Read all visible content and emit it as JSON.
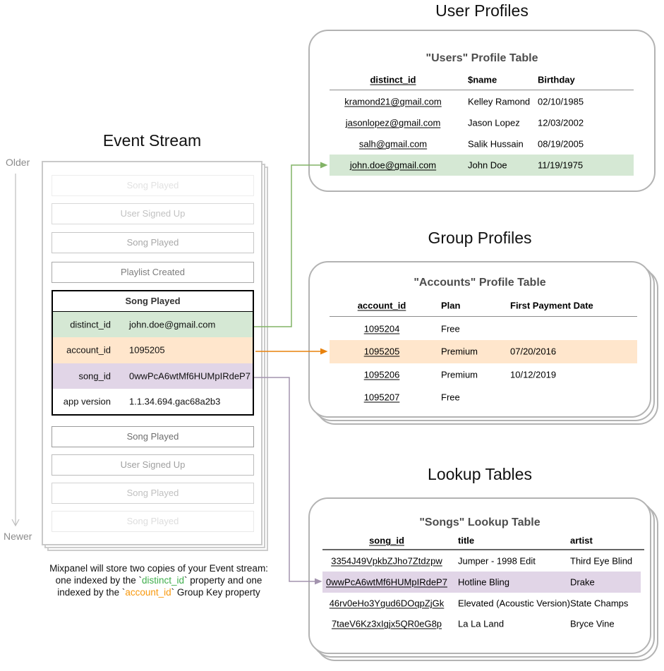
{
  "colors": {
    "highlight_green": "#d5e8d4",
    "highlight_orange": "#ffe6cc",
    "highlight_purple": "#e1d5e7",
    "connector_green": "#82b366",
    "connector_orange": "#e8820d",
    "connector_purple": "#a393ae",
    "caption_green": "#3fae4c",
    "caption_orange": "#f8980c"
  },
  "event_stream": {
    "title": "Event Stream",
    "older_label": "Older",
    "newer_label": "Newer",
    "events_before": [
      "Song Played",
      "User Signed Up",
      "Song Played",
      "Playlist Created"
    ],
    "active_event": {
      "name": "Song Played",
      "properties": [
        {
          "key": "distinct_id",
          "value": "john.doe@gmail.com"
        },
        {
          "key": "account_id",
          "value": "1095205"
        },
        {
          "key": "song_id",
          "value": "0wwPcA6wtMf6HUMpIRdeP7"
        },
        {
          "key": "app version",
          "value": "1.1.34.694.gac68a2b3"
        }
      ]
    },
    "events_after": [
      "Song Played",
      "User Signed Up",
      "Song Played",
      "Song Played"
    ]
  },
  "caption": {
    "line1": "Mixpanel will store two copies of your Event stream:",
    "line2_pre": "one indexed by the `",
    "line2_code": "distinct_id",
    "line2_post": "` property and one",
    "line3_pre": "indexed by the `",
    "line3_code": "account_id",
    "line3_post": "` Group Key property"
  },
  "user_profiles": {
    "section_title": "User Profiles",
    "table_title": "\"Users\" Profile Table",
    "columns": [
      "distinct_id",
      "$name",
      "Birthday"
    ],
    "rows": [
      [
        "kramond21@gmail.com",
        "Kelley Ramond",
        "02/10/1985"
      ],
      [
        "jasonlopez@gmail.com",
        "Jason Lopez",
        "12/03/2002"
      ],
      [
        "salh@gmail.com",
        "Salik Hussain",
        "08/19/2005"
      ],
      [
        "john.doe@gmail.com",
        "John Doe",
        "11/19/1975"
      ]
    ]
  },
  "group_profiles": {
    "section_title": "Group Profiles",
    "table_title": "\"Accounts\" Profile Table",
    "columns": [
      "account_id",
      "Plan",
      "First Payment Date"
    ],
    "rows": [
      [
        "1095204",
        "Free",
        ""
      ],
      [
        "1095205",
        "Premium",
        "07/20/2016"
      ],
      [
        "1095206",
        "Premium",
        "10/12/2019"
      ],
      [
        "1095207",
        "Free",
        ""
      ]
    ]
  },
  "lookup_tables": {
    "section_title": "Lookup Tables",
    "table_title": "\"Songs\" Lookup Table",
    "columns": [
      "song_id",
      "title",
      "artist"
    ],
    "rows": [
      [
        "3354J49VpkbZJho7Ztdzpw",
        "Jumper - 1998 Edit",
        "Third Eye Blind"
      ],
      [
        "0wwPcA6wtMf6HUMpIRdeP7",
        "Hotline Bling",
        "Drake"
      ],
      [
        "46rv0eHo3Ygud6DOqpZjGk",
        "Elevated (Acoustic Version)",
        "State Champs"
      ],
      [
        "7taeV6Kz3xIgjx5QR0eG8p",
        "La La Land",
        "Bryce Vine"
      ]
    ]
  }
}
